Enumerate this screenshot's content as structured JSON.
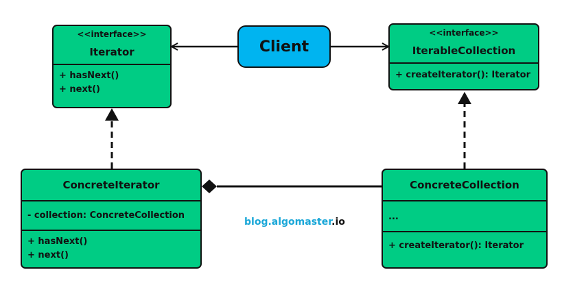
{
  "client": {
    "label": "Client"
  },
  "iterator": {
    "stereotype": "<<interface>>",
    "name": "Iterator",
    "methods": [
      "+ hasNext()",
      "+ next()"
    ]
  },
  "iterable_collection": {
    "stereotype": "<<interface>>",
    "name": "IterableCollection",
    "methods": [
      "+ createIterator(): Iterator"
    ]
  },
  "concrete_iterator": {
    "name": "ConcreteIterator",
    "attributes": [
      "- collection: ConcreteCollection"
    ],
    "methods": [
      "+ hasNext()",
      "+ next()"
    ]
  },
  "concrete_collection": {
    "name": "ConcreteCollection",
    "attributes": [
      "..."
    ],
    "methods": [
      "+ createIterator(): Iterator"
    ]
  },
  "watermark": {
    "part1": "blog.",
    "part2": "algomaster",
    "part3": ".io"
  },
  "colors": {
    "box_fill": "#00cc84",
    "client_fill": "#00b4f0",
    "watermark_blue": "#1aa7d8",
    "outline": "#111111"
  }
}
